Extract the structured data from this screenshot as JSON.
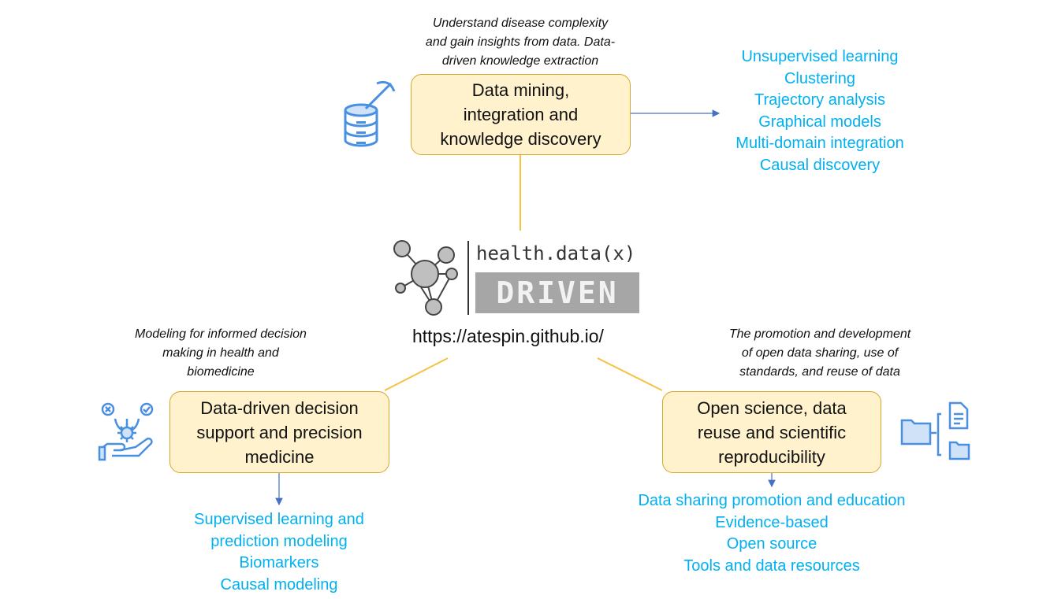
{
  "colors": {
    "box_fill": "#fff2cc",
    "box_border": "#d6a72a",
    "connector": "#f5c242",
    "list_text": "#00b0f0",
    "arrow": "#4472c4",
    "icon_blue": "#4a90e2",
    "logo_gray": "#a6a6a6"
  },
  "center": {
    "logo_top": "health.data(x)",
    "logo_bottom": "DRIVEN",
    "url": "https://atespin.github.io/"
  },
  "top": {
    "note": "Understand disease complexity\nand gain insights from data. Data-\ndriven knowledge extraction",
    "box": "Data mining,\nintegration and\nknowledge discovery",
    "icon": "database-pickaxe-icon",
    "items": [
      "Unsupervised learning",
      "Clustering",
      "Trajectory analysis",
      "Graphical models",
      "Multi-domain integration",
      "Causal discovery"
    ]
  },
  "left": {
    "note": "Modeling for informed decision\nmaking in health and\nbiomedicine",
    "box": "Data-driven decision\nsupport and precision\nmedicine",
    "icon": "hand-gear-decision-icon",
    "items": [
      "Supervised learning and",
      "prediction modeling",
      "Biomarkers",
      "Causal modeling"
    ]
  },
  "right": {
    "note": "The promotion and development\nof open data sharing, use of\nstandards, and reuse of data",
    "box": "Open science, data\nreuse and scientific\nreproducibility",
    "icon": "folder-tree-icon",
    "items": [
      "Data sharing promotion and education",
      "Evidence-based",
      "Open source",
      "Tools and data resources"
    ]
  }
}
